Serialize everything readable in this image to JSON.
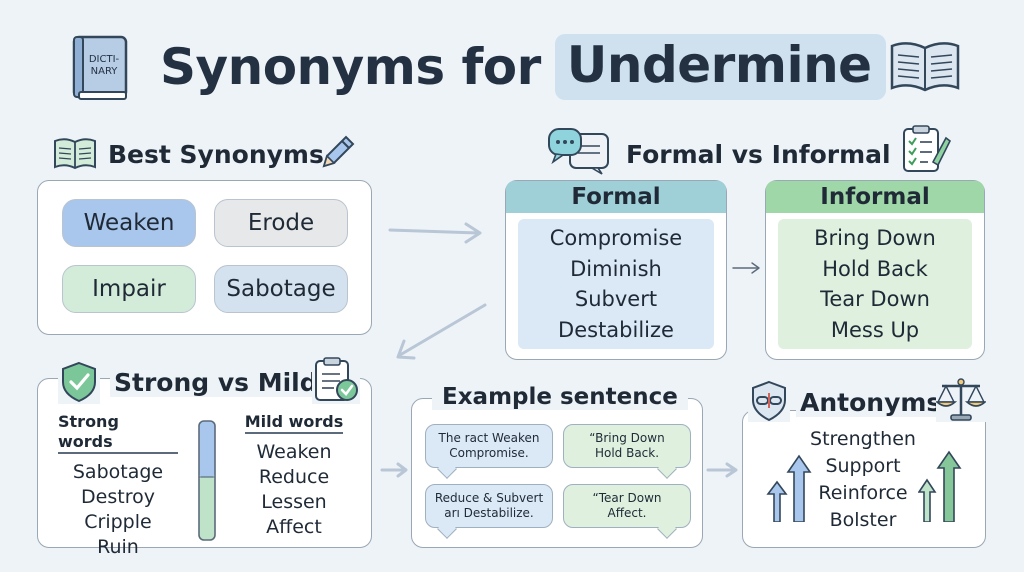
{
  "header": {
    "title_prefix": "Synonyms for",
    "title_highlight": "Undermine",
    "dictionary_label_1": "DICTI-",
    "dictionary_label_2": "NARY"
  },
  "best": {
    "heading": "Best Synonyms",
    "pills": [
      {
        "label": "Weaken",
        "color": "#a9c6ec"
      },
      {
        "label": "Erode",
        "color": "#e6e8ea"
      },
      {
        "label": "Impair",
        "color": "#d3ecd9"
      },
      {
        "label": "Sabotage",
        "color": "#d4e1ee"
      }
    ]
  },
  "formal_informal": {
    "heading": "Formal vs Informal",
    "formal": {
      "label": "Formal",
      "head_color": "#9fd0d8",
      "words": [
        "Compromise",
        "Diminish",
        "Subvert",
        "Destabilize"
      ]
    },
    "informal": {
      "label": "Informal",
      "head_color": "#9fd7a8",
      "words": [
        "Bring Down",
        "Hold Back",
        "Tear Down",
        "Mess Up"
      ]
    }
  },
  "strong_mild": {
    "heading": "Strong vs Mild",
    "strong_label": "Strong words",
    "strong_words": [
      "Sabotage",
      "Destroy",
      "Cripple",
      "Ruin"
    ],
    "mild_label": "Mild words",
    "mild_words": [
      "Weaken",
      "Reduce",
      "Lessen",
      "Affect"
    ]
  },
  "example": {
    "heading": "Example sentence",
    "bubbles": [
      {
        "line1": "The ract Weaken",
        "line2": "Compromise."
      },
      {
        "line1": "“Bring Down",
        "line2": "Hold Back."
      },
      {
        "line1": "Reduce & Subvert",
        "line2": "arı Destabilize."
      },
      {
        "line1": "“Tear Down",
        "line2": "Affect."
      }
    ]
  },
  "antonyms": {
    "heading": "Antonyms",
    "words": [
      "Strengthen",
      "Support",
      "Reinforce",
      "Bolster"
    ]
  },
  "colors": {
    "accent_blue": "#7fa6d6",
    "accent_green": "#86c79a",
    "border": "#9aa7b4",
    "arrow": "#b8c6d6"
  }
}
